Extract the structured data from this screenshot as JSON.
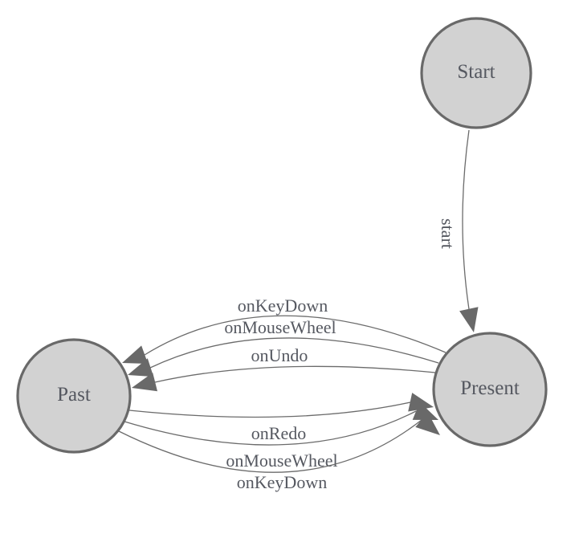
{
  "diagram": {
    "kind": "state-diagram",
    "nodes": [
      {
        "id": "start",
        "label": "Start"
      },
      {
        "id": "present",
        "label": "Present"
      },
      {
        "id": "past",
        "label": "Past"
      }
    ],
    "edges": [
      {
        "from": "Start",
        "to": "Present",
        "label": "start"
      },
      {
        "from": "Present",
        "to": "Past",
        "label": "onKeyDown"
      },
      {
        "from": "Present",
        "to": "Past",
        "label": "onMouseWheel"
      },
      {
        "from": "Present",
        "to": "Past",
        "label": "onUndo"
      },
      {
        "from": "Past",
        "to": "Present",
        "label": "onRedo"
      },
      {
        "from": "Past",
        "to": "Present",
        "label": "onMouseWheel"
      },
      {
        "from": "Past",
        "to": "Present",
        "label": "onKeyDown"
      }
    ],
    "colors": {
      "background": "#ffffff",
      "node_fill": "#d2d2d2",
      "node_stroke": "#696969",
      "edge_stroke": "#6b6b6b",
      "arrow_fill": "#696969",
      "label_text": "#555860"
    }
  }
}
